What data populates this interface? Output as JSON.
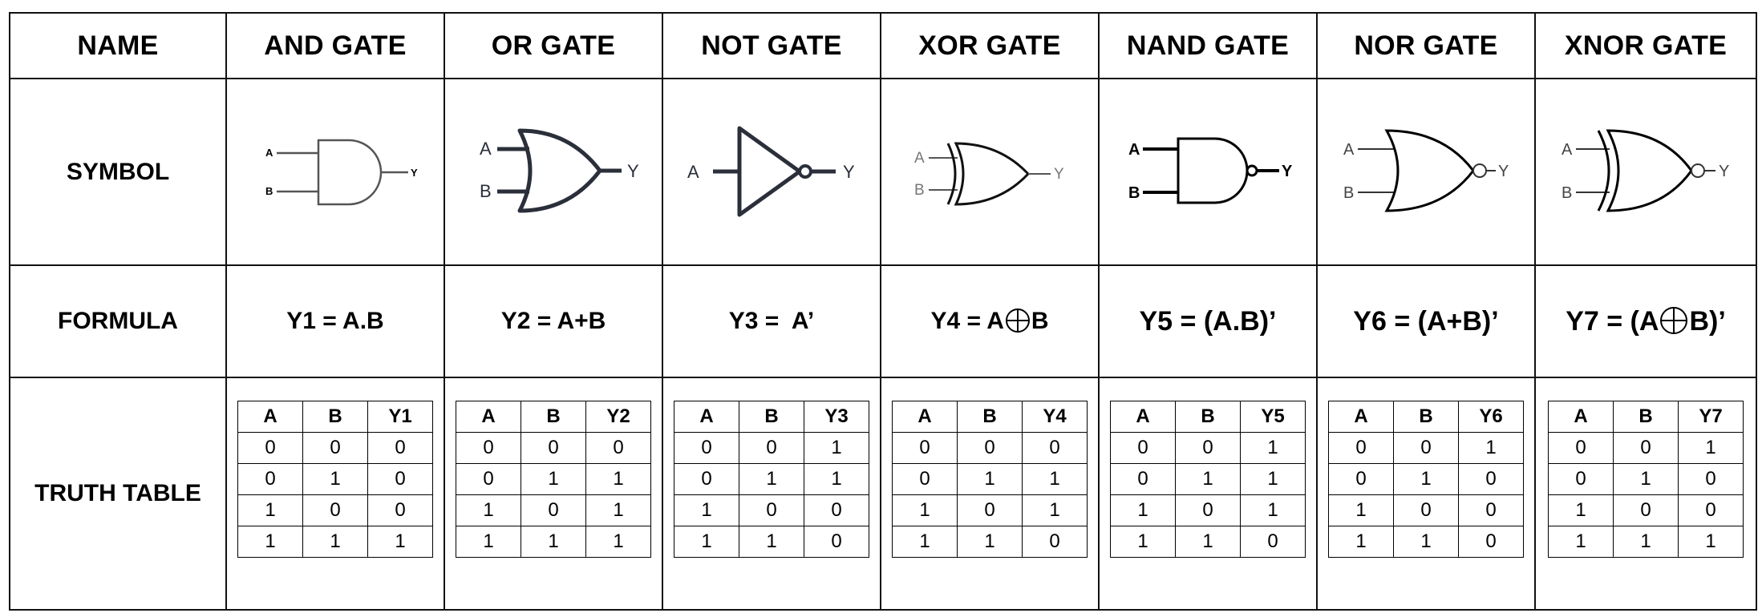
{
  "row_labels": {
    "name": "NAME",
    "symbol": "SYMBOL",
    "formula": "FORMULA",
    "truth_table": "TRUTH TABLE"
  },
  "gates": [
    {
      "name": "AND GATE",
      "icon": "and-gate-icon",
      "formula_text": "Y1 = A.B",
      "inputs": [
        "A",
        "B"
      ],
      "output": "Y",
      "tt_headers": [
        "A",
        "B",
        "Y1"
      ],
      "tt_rows": [
        [
          "0",
          "0",
          "0"
        ],
        [
          "0",
          "1",
          "0"
        ],
        [
          "1",
          "0",
          "0"
        ],
        [
          "1",
          "1",
          "1"
        ]
      ]
    },
    {
      "name": "OR GATE",
      "icon": "or-gate-icon",
      "formula_text": "Y2 = A+B",
      "inputs": [
        "A",
        "B"
      ],
      "output": "Y",
      "tt_headers": [
        "A",
        "B",
        "Y2"
      ],
      "tt_rows": [
        [
          "0",
          "0",
          "0"
        ],
        [
          "0",
          "1",
          "1"
        ],
        [
          "1",
          "0",
          "1"
        ],
        [
          "1",
          "1",
          "1"
        ]
      ]
    },
    {
      "name": "NOT GATE",
      "icon": "not-gate-icon",
      "formula_text": "Y3 =  A’",
      "inputs": [
        "A"
      ],
      "output": "Y",
      "tt_headers": [
        "A",
        "B",
        "Y3"
      ],
      "tt_rows": [
        [
          "0",
          "0",
          "1"
        ],
        [
          "0",
          "1",
          "1"
        ],
        [
          "1",
          "0",
          "0"
        ],
        [
          "1",
          "1",
          "0"
        ]
      ]
    },
    {
      "name": "XOR GATE",
      "icon": "xor-gate-icon",
      "formula_pre": "Y4 = A",
      "formula_post": "B",
      "inputs": [
        "A",
        "B"
      ],
      "output": "Y",
      "tt_headers": [
        "A",
        "B",
        "Y4"
      ],
      "tt_rows": [
        [
          "0",
          "0",
          "0"
        ],
        [
          "0",
          "1",
          "1"
        ],
        [
          "1",
          "0",
          "1"
        ],
        [
          "1",
          "1",
          "0"
        ]
      ]
    },
    {
      "name": "NAND GATE",
      "icon": "nand-gate-icon",
      "formula_text": "Y5 = (A.B)’",
      "inputs": [
        "A",
        "B"
      ],
      "output": "Y",
      "tt_headers": [
        "A",
        "B",
        "Y5"
      ],
      "tt_rows": [
        [
          "0",
          "0",
          "1"
        ],
        [
          "0",
          "1",
          "1"
        ],
        [
          "1",
          "0",
          "1"
        ],
        [
          "1",
          "1",
          "0"
        ]
      ]
    },
    {
      "name": "NOR GATE",
      "icon": "nor-gate-icon",
      "formula_text": "Y6 = (A+B)’",
      "inputs": [
        "A",
        "B"
      ],
      "output": "Y",
      "tt_headers": [
        "A",
        "B",
        "Y6"
      ],
      "tt_rows": [
        [
          "0",
          "0",
          "1"
        ],
        [
          "0",
          "1",
          "0"
        ],
        [
          "1",
          "0",
          "0"
        ],
        [
          "1",
          "1",
          "0"
        ]
      ]
    },
    {
      "name": "XNOR GATE",
      "icon": "xnor-gate-icon",
      "formula_pre": "Y7 = (A",
      "formula_post": "B)’",
      "inputs": [
        "A",
        "B"
      ],
      "output": "Y",
      "tt_headers": [
        "A",
        "B",
        "Y7"
      ],
      "tt_rows": [
        [
          "0",
          "0",
          "1"
        ],
        [
          "0",
          "1",
          "0"
        ],
        [
          "1",
          "0",
          "0"
        ],
        [
          "1",
          "1",
          "1"
        ]
      ]
    }
  ]
}
